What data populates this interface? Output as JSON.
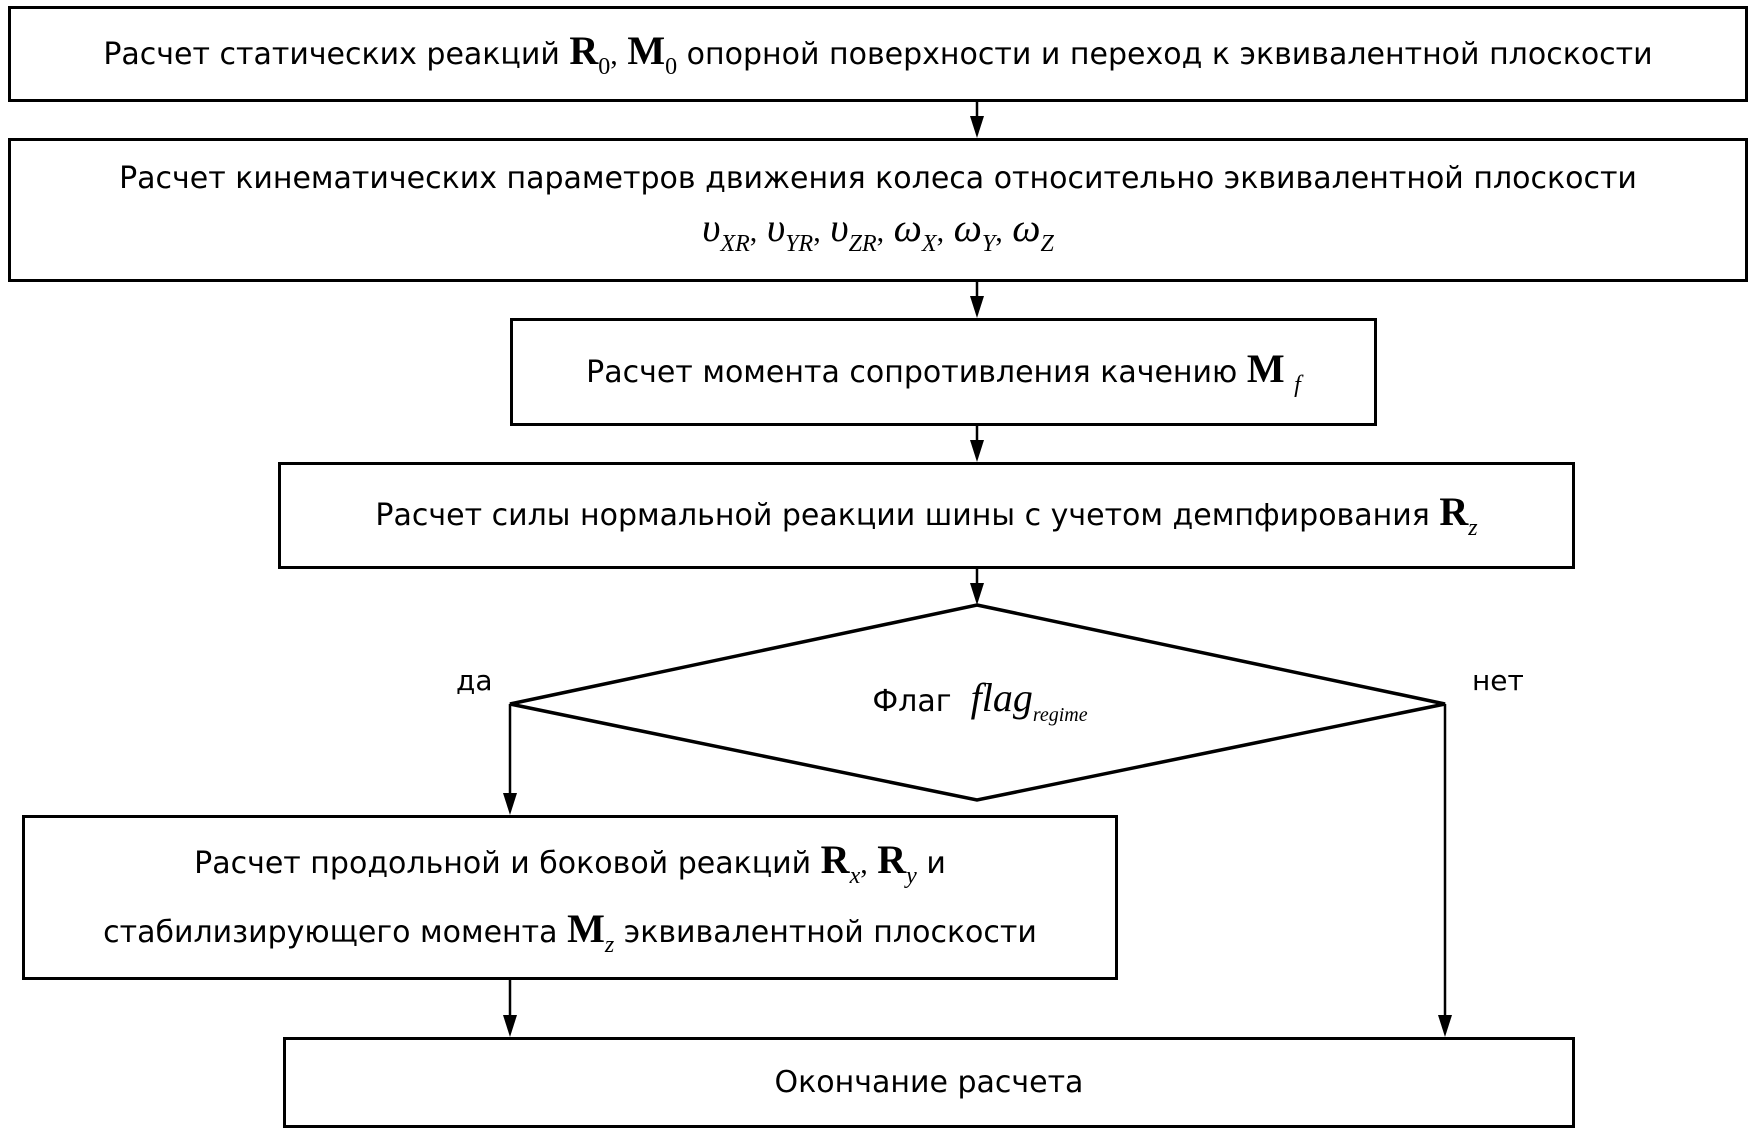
{
  "flowchart": {
    "step1": {
      "text_before": "Расчет статических реакций",
      "sym1": "R",
      "sym1_sub": "0",
      "sep": ",",
      "sym2": "M",
      "sym2_sub": "0",
      "text_after": "опорной поверхности и переход к эквивалентной плоскости"
    },
    "step2": {
      "text": "Расчет кинематических параметров движения колеса относительно эквивалентной плоскости",
      "vars": [
        {
          "sym": "υ",
          "sub": "XR"
        },
        {
          "sym": "υ",
          "sub": "YR"
        },
        {
          "sym": "υ",
          "sub": "ZR"
        },
        {
          "sym": "ω",
          "sub": "X"
        },
        {
          "sym": "ω",
          "sub": "Y"
        },
        {
          "sym": "ω",
          "sub": "Z"
        }
      ],
      "sep": ","
    },
    "step3": {
      "text": "Расчет момента сопротивления качению",
      "sym": "M",
      "sub": "f"
    },
    "step4": {
      "text": "Расчет силы нормальной реакции шины с учетом демпфирования",
      "sym": "R",
      "sub": "z"
    },
    "decision": {
      "text": "Флаг",
      "var": "flag",
      "var_sub": "regime",
      "yes_label": "да",
      "no_label": "нет"
    },
    "step5": {
      "line1_text": "Расчет продольной и боковой реакций",
      "sym1": "R",
      "sym1_sub": "x",
      "sep": ",",
      "sym2": "R",
      "sym2_sub": "y",
      "line1_end": "и",
      "line2_text": "стабилизирующего момента",
      "sym3": "M",
      "sym3_sub": "z",
      "line2_end": "эквивалентной плоскости"
    },
    "step6": {
      "text": "Окончание расчета"
    }
  }
}
